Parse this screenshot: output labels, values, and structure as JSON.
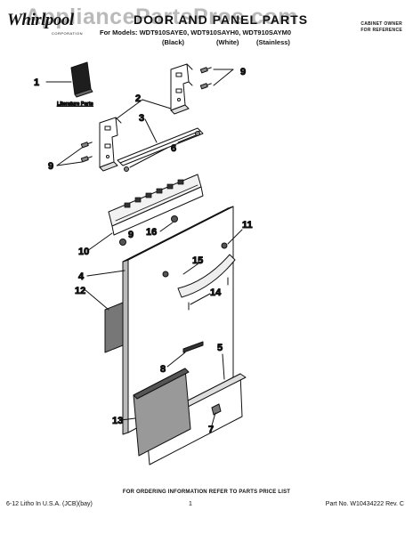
{
  "header": {
    "brand": "Whirlpool",
    "brand_sub": "CORPORATION",
    "watermark": "AppliancePartsPros.com",
    "title": "DOOR AND PANEL PARTS",
    "models_line": "For Models: WDT910SAYE0, WDT910SAYH0, WDT910SAYM0",
    "variants": [
      "(Black)",
      "(White)",
      "(Stainless)"
    ],
    "corner_line1": "CABINET OWNER",
    "corner_line2": "FOR REFERENCE"
  },
  "diagram": {
    "literature_label": "Literature Parts",
    "callouts": [
      "1",
      "2",
      "3",
      "9",
      "9",
      "6",
      "10",
      "9",
      "16",
      "11",
      "4",
      "15",
      "12",
      "14",
      "5",
      "8",
      "13",
      "7"
    ]
  },
  "footer": {
    "ordering": "FOR ORDERING INFORMATION REFER TO PARTS PRICE LIST",
    "litho": "6-12 Litho In U.S.A. (JCB)(bay)",
    "page": "1",
    "part_no": "Part No. W10434222 Rev. C"
  }
}
